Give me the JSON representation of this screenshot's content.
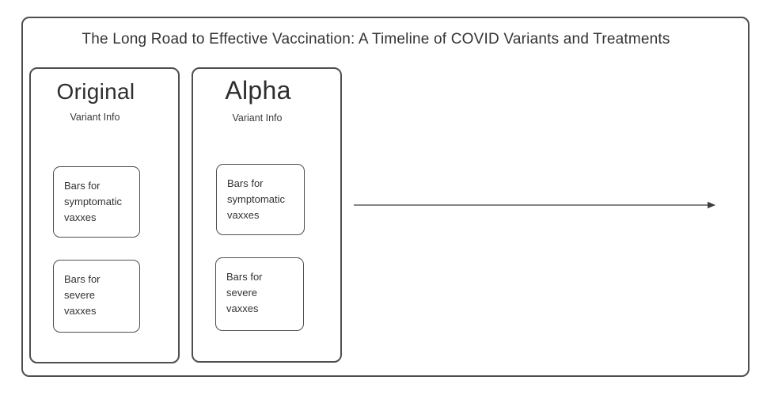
{
  "title": "The Long Road to Effective Vaccination: A Timeline of COVID Variants and Treatments",
  "panels": [
    {
      "title": "Original",
      "subtitle": "Variant Info",
      "boxes": [
        {
          "label": "Bars for\nsymptomatic\nvaxxes"
        },
        {
          "label": "Bars for\nsevere\nvaxxes"
        }
      ]
    },
    {
      "title": "Alpha",
      "subtitle": "Variant Info",
      "boxes": [
        {
          "label": "Bars for\nsymptomatic\nvaxxes"
        },
        {
          "label": "Bars for\nsevere\nvaxxes"
        }
      ]
    }
  ],
  "arrow": {
    "direction": "right"
  },
  "colors": {
    "border": "#4e4e4e",
    "text": "#333333",
    "background": "#ffffff"
  }
}
